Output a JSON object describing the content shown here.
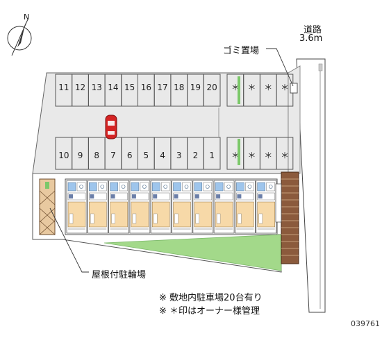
{
  "labels": {
    "road_title": "道路",
    "road_width": "3.6m",
    "garbage_area": "ゴミ置場",
    "covered_bike_parking": "屋根付駐輪場",
    "note_parking": "※ 敷地内駐車場20台有り",
    "note_asterisk": "※ ＊印はオーナー様管理",
    "reference_code": "039761",
    "compass_north": "N"
  },
  "parking": {
    "top_row": [
      "11",
      "12",
      "13",
      "14",
      "15",
      "16",
      "17",
      "18",
      "19",
      "20",
      "＊",
      "＊",
      "＊",
      "＊"
    ],
    "bottom_row": [
      "10",
      "9",
      "8",
      "7",
      "6",
      "5",
      "4",
      "3",
      "2",
      "1",
      "＊",
      "＊",
      "＊",
      "＊"
    ]
  },
  "colors": {
    "lot_fill": "#e9e9e9",
    "building_floor": "#f7d9a8",
    "bath_blue": "#9ec5ec",
    "lawn_green": "#a3d98a",
    "hedge_green": "#7cc86a",
    "stairs_brown": "#8b5a3c",
    "bike_shed": "#e8c9a0",
    "car_red": "#d42424"
  }
}
